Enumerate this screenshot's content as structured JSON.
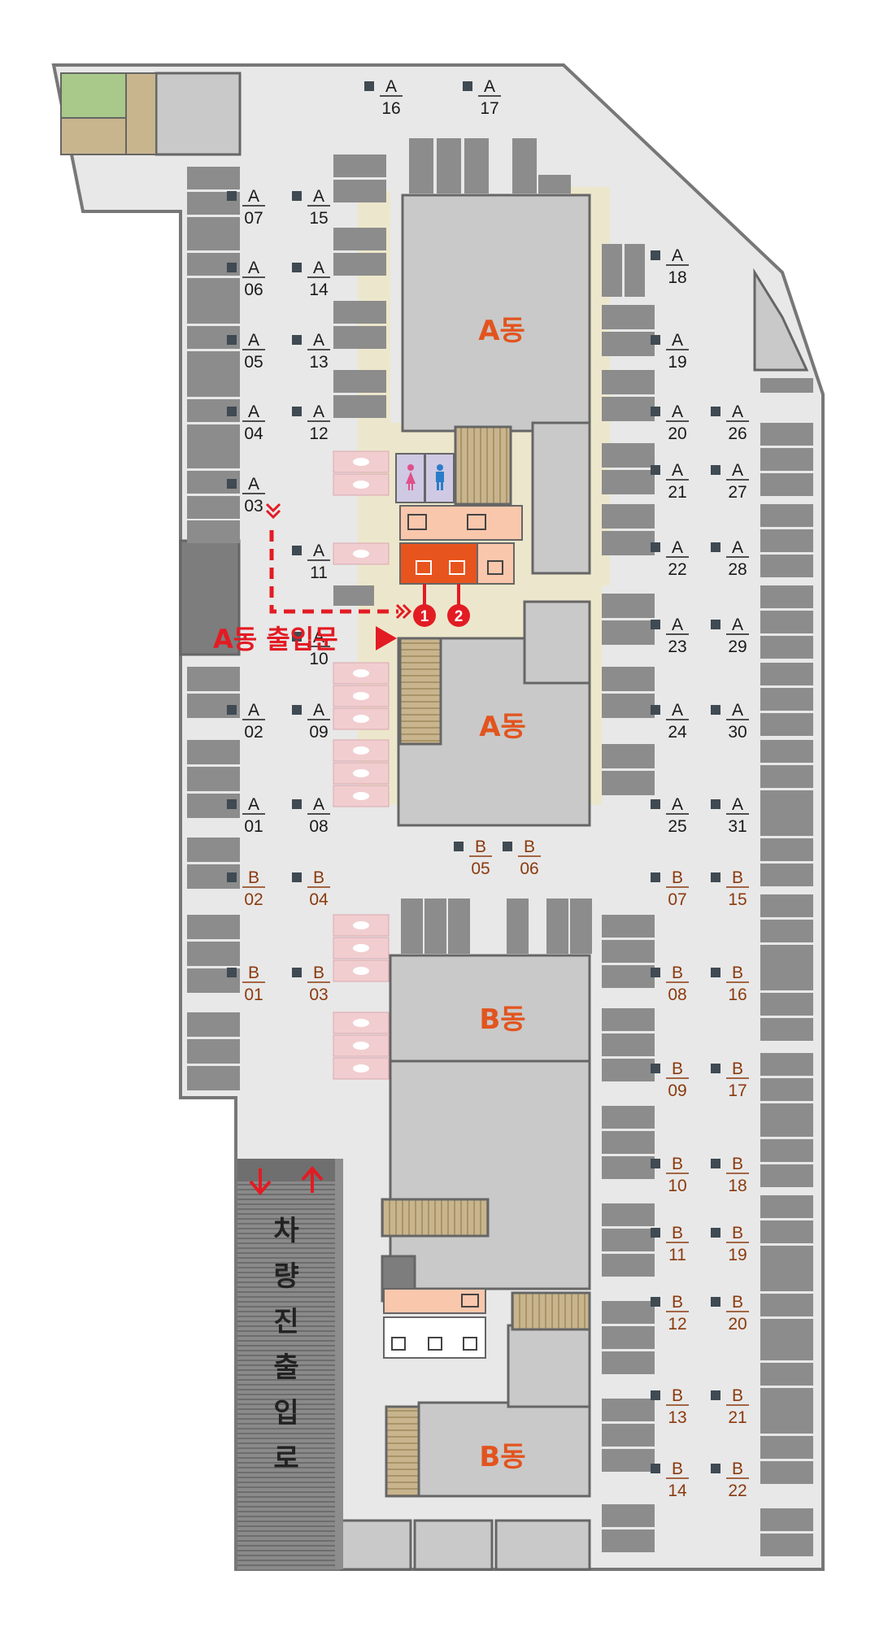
{
  "buildings": {
    "a_upper": "A동",
    "a_lower": "A동",
    "b_upper": "B동",
    "b_lower": "B동"
  },
  "entrance": {
    "label": "A동 출입문",
    "door_1": "1",
    "door_2": "2"
  },
  "ramp": {
    "chars": [
      "차",
      "량",
      "진",
      "출",
      "입",
      "로"
    ]
  },
  "pillars": {
    "a": {
      "letter": "A",
      "numbers": [
        "01",
        "02",
        "03",
        "04",
        "05",
        "06",
        "07",
        "08",
        "09",
        "10",
        "11",
        "12",
        "13",
        "14",
        "15",
        "16",
        "17",
        "18",
        "19",
        "20",
        "21",
        "22",
        "23",
        "24",
        "25",
        "26",
        "27",
        "28",
        "29",
        "30",
        "31"
      ]
    },
    "b": {
      "letter": "B",
      "numbers": [
        "01",
        "02",
        "03",
        "04",
        "05",
        "06",
        "07",
        "08",
        "09",
        "10",
        "11",
        "12",
        "13",
        "14",
        "15",
        "16",
        "17",
        "18",
        "19",
        "20",
        "21",
        "22"
      ]
    }
  },
  "colors": {
    "a_label": "#1a1a1a",
    "b_label": "#8b3a0e",
    "building_text": "#e2541f",
    "route": "#e31b23",
    "elevator_active": "#e8541e",
    "elevator_light": "#f9c7ac",
    "parking_slot": "#8c8c8c",
    "floor": "#e8e8e8",
    "building": "#c9c9c9",
    "pedestrian_zone": "#ece7cc",
    "crosswalk": "#f1cdd0",
    "stairs": "#c8b58e",
    "ramp": "#777777"
  },
  "icons": [
    "elevator-icon",
    "escalator-icon",
    "stairs-icon",
    "restroom-female-icon",
    "restroom-male-icon",
    "walkway-icon",
    "arrow-down-icon",
    "arrow-up-icon"
  ]
}
